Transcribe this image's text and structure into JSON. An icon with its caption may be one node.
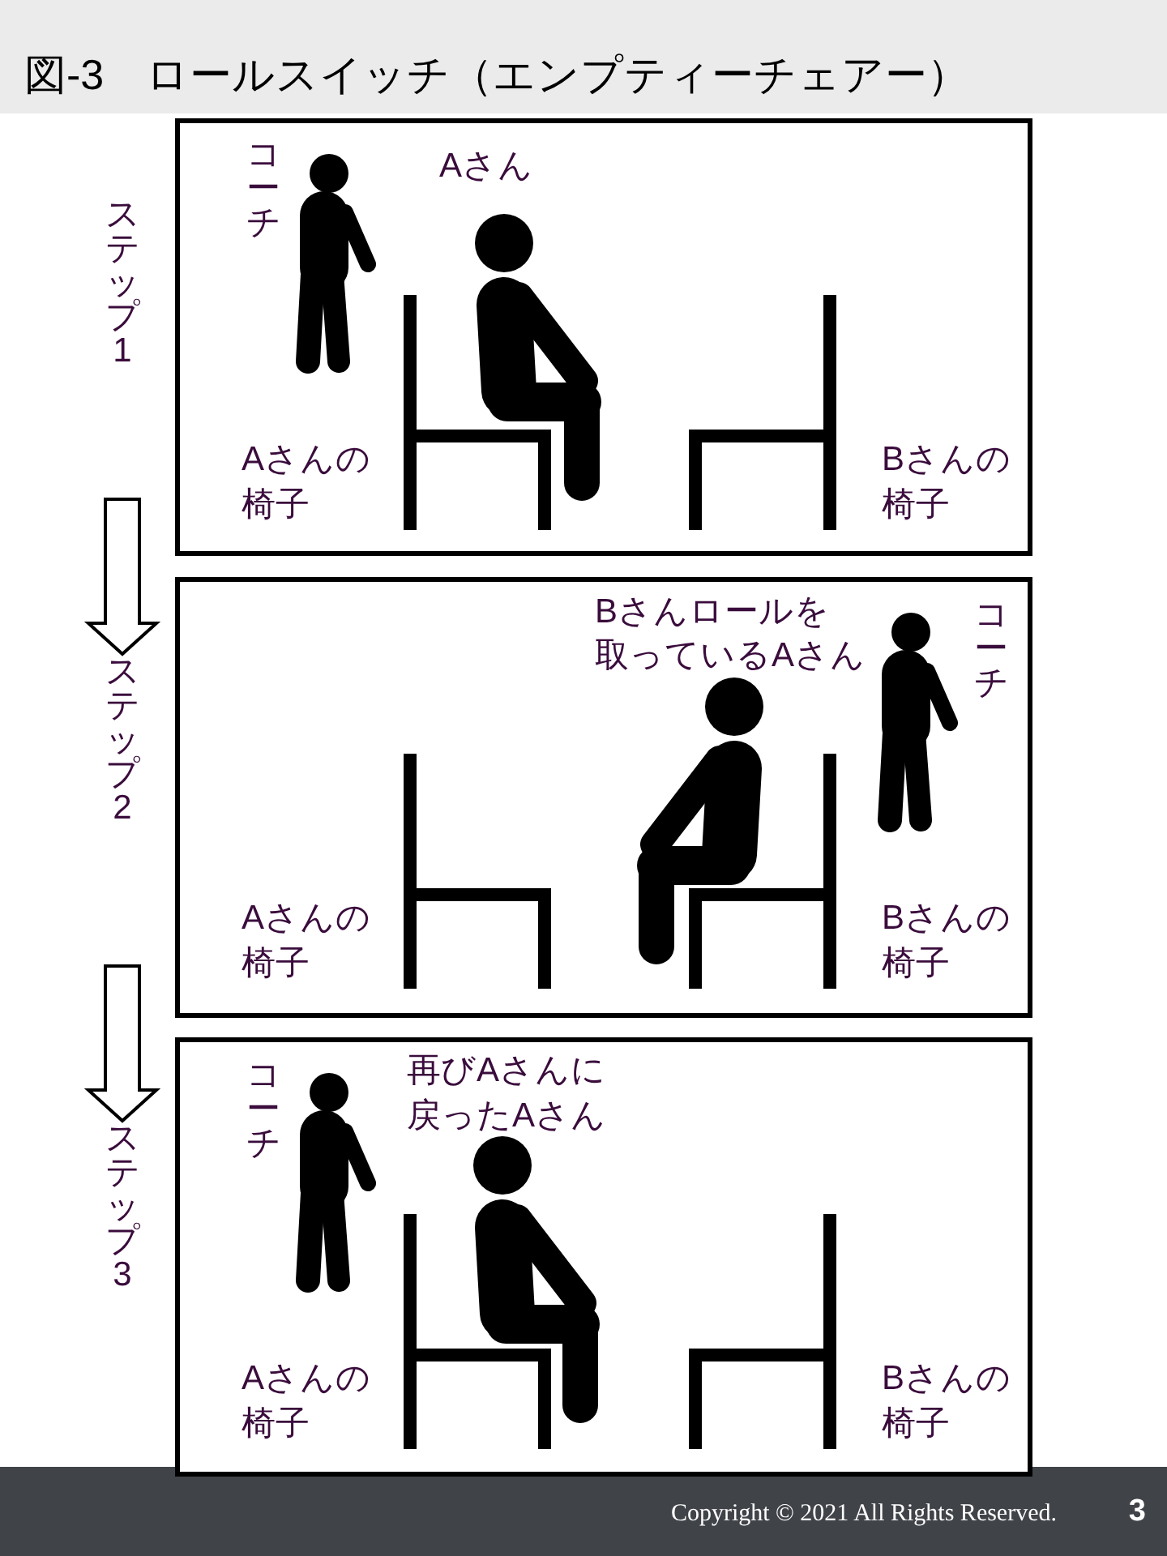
{
  "diagram": {
    "title": "図-3　ロールスイッチ（エンプティーチェアー）",
    "nodes": [
      {
        "text": [
          "ステップ1"
        ]
      },
      {
        "text": [
          "コーチ",
          "Aさん",
          "Aさんの椅子",
          "Bさんの椅子"
        ]
      },
      {
        "text": [
          "ステップ2"
        ]
      },
      {
        "text": [
          "Bさんロールを取っているAさん",
          "コーチ",
          "Aさんの椅子",
          "Bさんの椅子"
        ]
      },
      {
        "text": [
          "ステップ3"
        ]
      },
      {
        "text": [
          "コーチ",
          "再びAさんに戻ったAさん",
          "Aさんの椅子",
          "Bさんの椅子"
        ]
      }
    ],
    "edges": [
      {
        "from": null,
        "to": 2,
        "arrow": "to"
      },
      {
        "from": null,
        "to": 4,
        "arrow": "to"
      }
    ],
    "labels": [
      "Copyright © 2021 All Rights Reserved.",
      "3"
    ]
  }
}
